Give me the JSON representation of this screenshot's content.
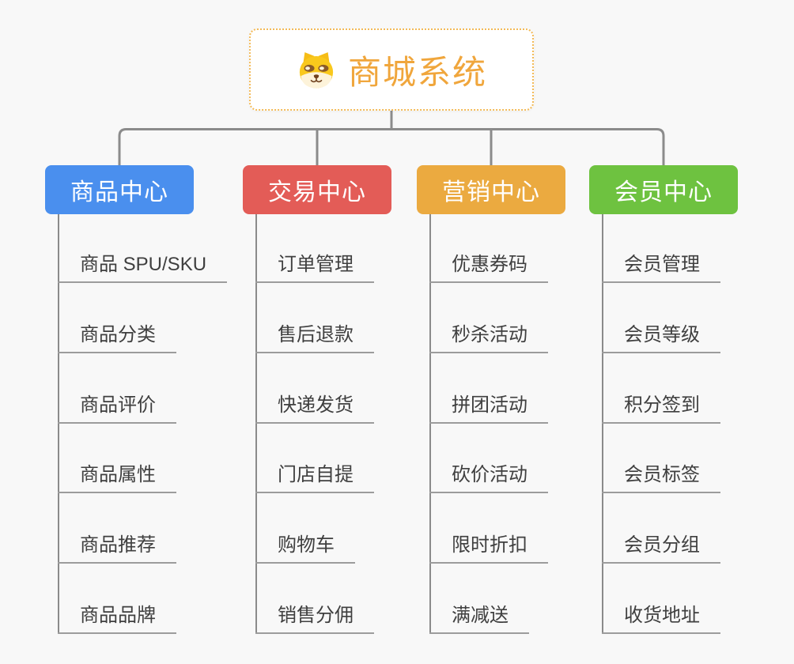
{
  "root": {
    "title": "商城系统",
    "icon": "shiba-dog-icon"
  },
  "branches": [
    {
      "id": "product-center",
      "label": "商品中心",
      "color": "#4a8fee",
      "children": [
        "商品 SPU/SKU",
        "商品分类",
        "商品评价",
        "商品属性",
        "商品推荐",
        "商品品牌"
      ]
    },
    {
      "id": "trade-center",
      "label": "交易中心",
      "color": "#e35c57",
      "children": [
        "订单管理",
        "售后退款",
        "快递发货",
        "门店自提",
        "购物车",
        "销售分佣"
      ]
    },
    {
      "id": "marketing-center",
      "label": "营销中心",
      "color": "#ebaa40",
      "children": [
        "优惠券码",
        "秒杀活动",
        "拼团活动",
        "砍价活动",
        "限时折扣",
        "满减送"
      ]
    },
    {
      "id": "member-center",
      "label": "会员中心",
      "color": "#6ec240",
      "children": [
        "会员管理",
        "会员等级",
        "积分签到",
        "会员标签",
        "会员分组",
        "收货地址"
      ]
    }
  ],
  "colors": {
    "background": "#f8f8f8",
    "connector": "#8b8b8b",
    "leaf_underline": "#9c9c9c",
    "leaf_text": "#3f3f3f",
    "root_title": "#f0a63c",
    "root_border": "#f3ba57"
  }
}
